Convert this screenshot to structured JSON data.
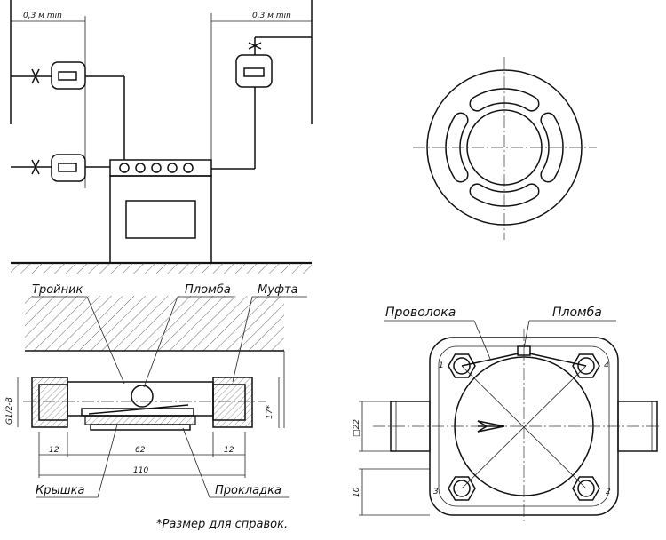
{
  "top_left": {
    "dim_left": "0,3 м min",
    "dim_right": "0,3 м min"
  },
  "section": {
    "label_troinik": "Тройник",
    "label_plomba": "Пломба",
    "label_mufta": "Муфта",
    "label_kryshka": "Крышка",
    "label_prokladka": "Прокладка",
    "dim_thread": "G1/2-B",
    "dim_12_left": "12",
    "dim_62": "62",
    "dim_12_right": "12",
    "dim_110": "110",
    "dim_17": "17*",
    "note": "*Размер для справок."
  },
  "plan": {
    "label_provoloka": "Проволока",
    "label_plomba": "Пломба",
    "num_1": "1",
    "num_2": "2",
    "num_3": "3",
    "num_4": "4",
    "dim_22": "□22",
    "dim_10": "10"
  }
}
